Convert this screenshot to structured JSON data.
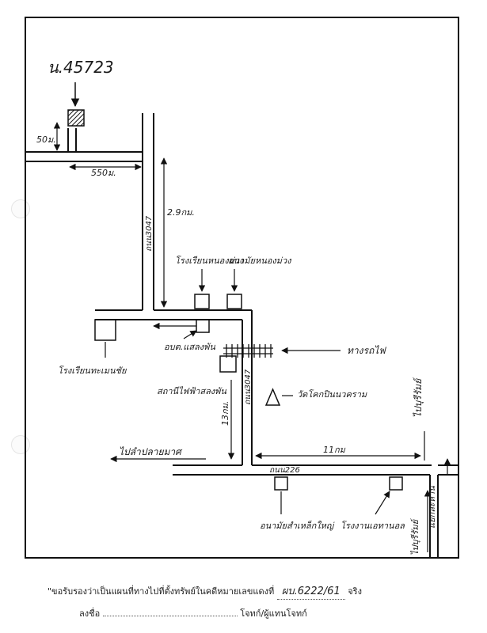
{
  "parcel": {
    "label": "น.45723"
  },
  "dimensions": {
    "d50m": "50ม.",
    "d550m": "550ม.",
    "d29km": "2.9กม.",
    "d13km": "13กม.",
    "d11km": "11กม"
  },
  "roads": {
    "r3047_upper": "ถนน3047",
    "r3047_lower": "ถนน3047",
    "r226": "ถนน226"
  },
  "landmarks": {
    "school_nongmuang": "โรงเรียนหนองม่วง",
    "health_station": "อนามัยหนองม่วง",
    "school_phaengtha": "โรงเรียนทะเมนชัย",
    "sao": "อบต.แสลงพัน",
    "power_station": "สถานีไฟฟ้าสลงพัน",
    "railway": "ทางรถไฟ",
    "temple": "วัดโคกปินนวคราม",
    "to_lamplaimat": "ไปลำปลายมาศ",
    "to_phutthaisong": "ไปบุรีรัมย์",
    "to_buriram_left": "ไปบุรีรัมย์",
    "to_right": "แยกละหาน",
    "water_tower": "อนามัยสำเหล็กใหญ่",
    "alcohol_co": "โรงงานเอทานอล"
  },
  "footer": {
    "certify_text": "\"ขอรับรองว่าเป็นแผนที่ทางไปที่ตั้งทรัพย์ในคดีหมายเลขแดงที่",
    "case_number": "ผบ.6222/61",
    "certify_end": "จริง",
    "sign_prefix": "ลงชื่อ",
    "sign_suffix": "โจทก์/ผู้แทนโจทก์"
  }
}
